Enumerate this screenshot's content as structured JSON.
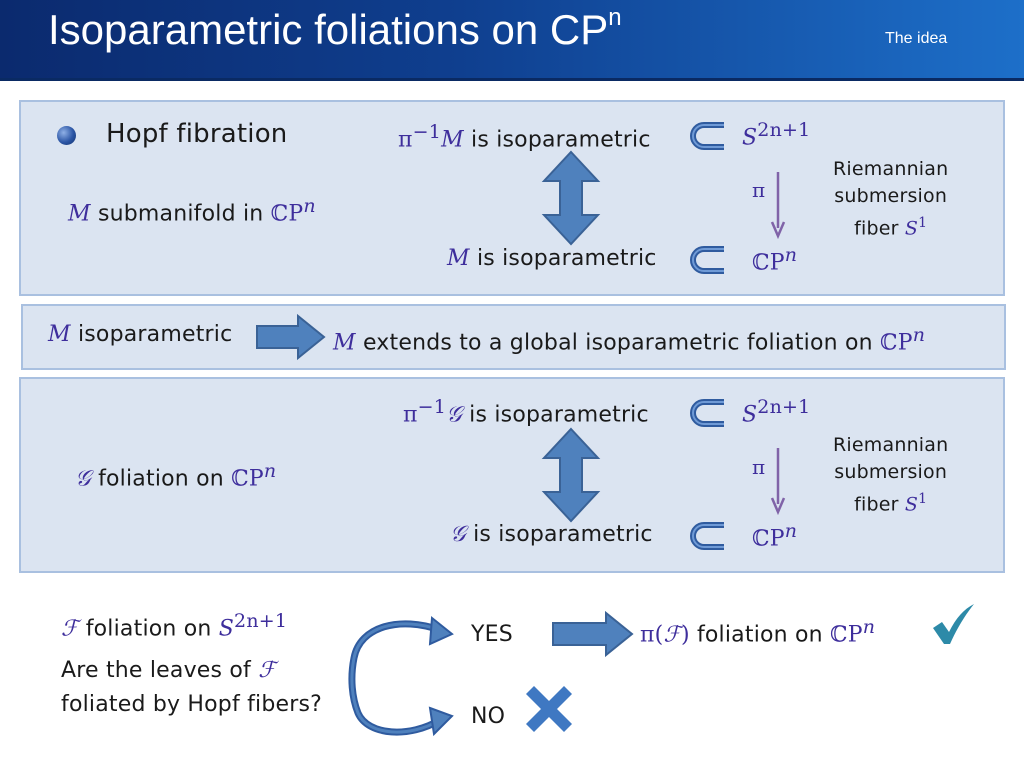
{
  "header": {
    "title": "Isoparametric foliations on CP",
    "title_sup": "n",
    "section": "The idea"
  },
  "box1": {
    "bullet_label": "Hopf fibration",
    "pre_sym": "π",
    "pre_exp": "−1",
    "pre_var": "M",
    "pre_rest": "is isoparametric",
    "sphere_base": "S",
    "sphere_exp": "2n+1",
    "pi": "π",
    "left_var": "M",
    "left_rest": "submanifold in",
    "cp": "ℂP",
    "cp_exp": "n",
    "bottom_var": "M",
    "bottom_rest": "is isoparametric",
    "side_line1": "Riemannian",
    "side_line2": "submersion",
    "side_line3": "fiber",
    "fiber_sym": "S",
    "fiber_exp": "1"
  },
  "box2": {
    "left_var": "M",
    "left_rest": "isoparametric",
    "right_var": "M",
    "right_rest": "extends to a global isoparametric foliation on",
    "cp": "ℂP",
    "cp_exp": "n"
  },
  "box3": {
    "pre_sym": "π",
    "pre_exp": "−1",
    "pre_var": "𝒢",
    "pre_rest": "is isoparametric",
    "sphere_base": "S",
    "sphere_exp": "2n+1",
    "pi": "π",
    "left_var": "𝒢",
    "left_rest": "foliation on",
    "cp": "ℂP",
    "cp_exp": "n",
    "bottom_var": "𝒢",
    "bottom_rest": "is isoparametric",
    "side_line1": "Riemannian",
    "side_line2": "submersion",
    "side_line3": "fiber",
    "fiber_sym": "S",
    "fiber_exp": "1"
  },
  "bottom": {
    "f_var": "ℱ",
    "f_rest": "foliation on",
    "sphere_base": "S",
    "sphere_exp": "2n+1",
    "question_line1": "Are the leaves of",
    "question_var": "ℱ",
    "question_line2": "foliated by Hopf fibers?",
    "yes": "YES",
    "no": "NO",
    "result_pi": "π(",
    "result_var": "ℱ",
    "result_close": ")",
    "result_rest": "foliation on",
    "cp": "ℂP",
    "cp_exp": "n"
  },
  "colors": {
    "box_bg": "#dbe4f1",
    "box_border": "#a9c0e0",
    "arrow_fill": "#4f81bd",
    "math": "#3e2e9c",
    "check": "#2d8aa8",
    "cross": "#3f78c2"
  }
}
